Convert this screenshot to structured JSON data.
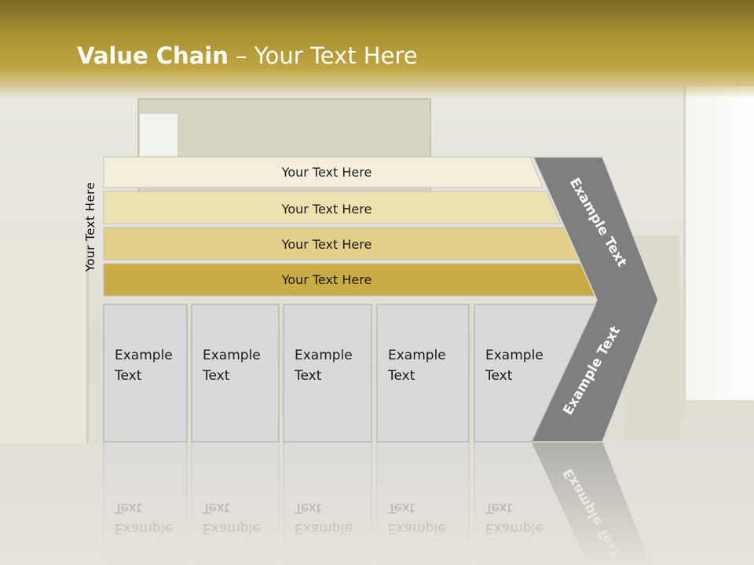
{
  "title": {
    "bold": "Value Chain",
    "rest": " – Your Text Here"
  },
  "side_label": "Your Text Here",
  "bars": [
    "Your Text Here",
    "Your Text Here",
    "Your Text Here",
    "Your Text Here"
  ],
  "boxes": [
    "Example\nText",
    "Example\nText",
    "Example\nText",
    "Example\nText",
    "Example\nText"
  ],
  "chevron_upper_label": "Example Text",
  "chevron_lower_label": "Example Text",
  "colors": {
    "header": "#a88f30",
    "bar_fills": [
      "#f4efda",
      "#ede1b0",
      "#e2cf8a",
      "#c9ac44"
    ],
    "box_fill": "#d9d9d9",
    "chevron": "#7f7f7f"
  }
}
